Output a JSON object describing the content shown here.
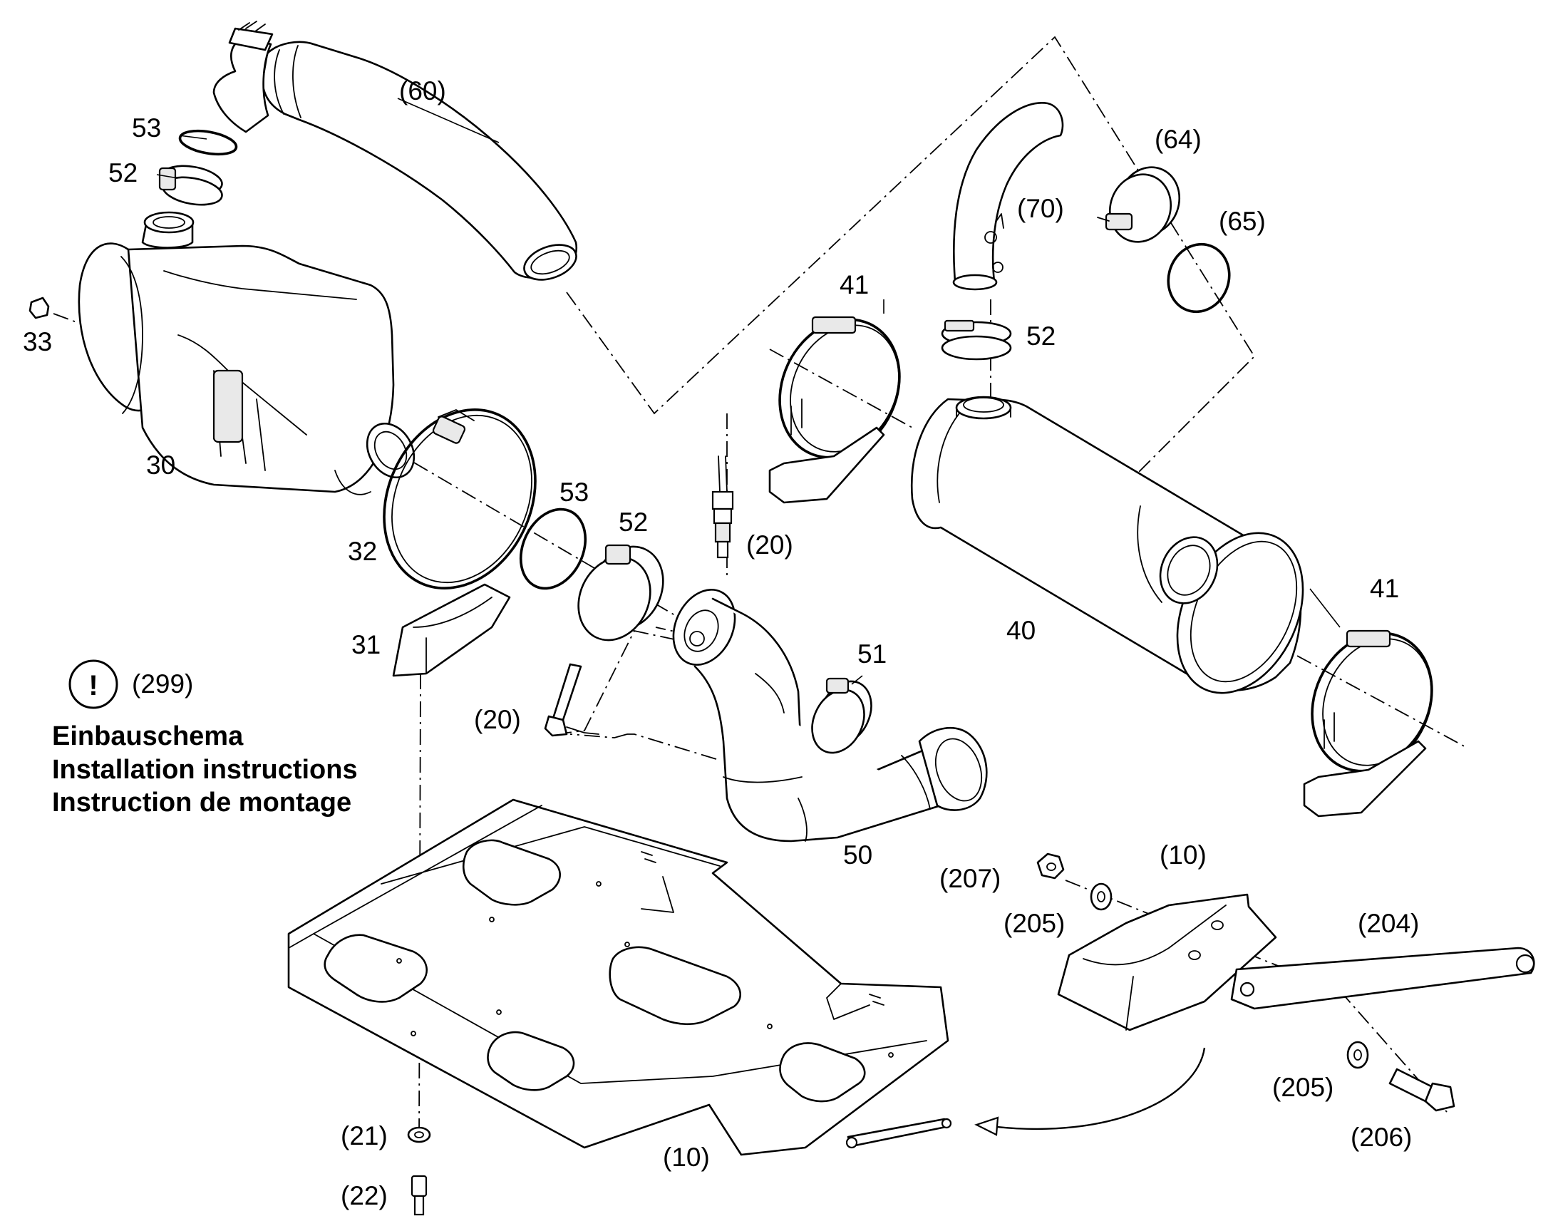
{
  "callouts": {
    "c60": "(60)",
    "c53a": "53",
    "c52a": "52",
    "c33": "33",
    "c30": "30",
    "c32": "32",
    "c31": "31",
    "c53b": "53",
    "c52b": "52",
    "c20a": "(20)",
    "c20b": "(20)",
    "c64": "(64)",
    "c65": "(65)",
    "c70": "(70)",
    "c41a": "41",
    "c52c": "52",
    "c41b": "41",
    "c40": "40",
    "c51": "51",
    "c50": "50",
    "c299": "(299)",
    "c10a": "(10)",
    "c207": "(207)",
    "c205a": "(205)",
    "c204": "(204)",
    "c205b": "(205)",
    "c206": "(206)",
    "c21": "(21)",
    "c22": "(22)",
    "c10b": "(10)"
  },
  "caption": {
    "line1": "Einbauschema",
    "line2": "Installation instructions",
    "line3": "Instruction de montage"
  },
  "notice": {
    "icon": "exclamation-circle-icon",
    "glyph": "!"
  }
}
